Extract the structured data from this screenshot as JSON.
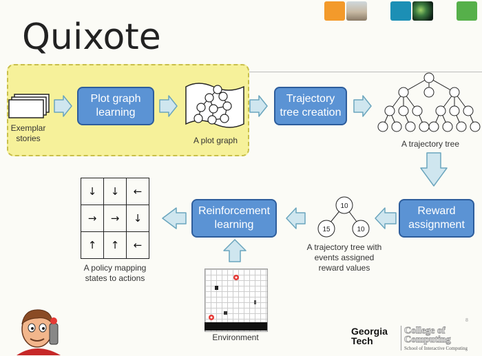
{
  "slide": {
    "title": "Quixote",
    "colors": {
      "box_fill": "#5b93d4",
      "box_border": "#2d5d9c",
      "arrow_fill": "#cfe6ef",
      "arrow_stroke": "#6aa5bd",
      "highlight": "#f6f19a"
    }
  },
  "thumbnails": [
    {
      "name": "orange-thumbnail",
      "color": "#f39a2b"
    },
    {
      "name": "building-photo-thumbnail",
      "color": "#c8c1b0"
    },
    {
      "name": "blue-thumbnail",
      "color": "#1c8fb5"
    },
    {
      "name": "network-photo-thumbnail",
      "color": "#2c5a3a"
    },
    {
      "name": "green-thumbnail",
      "color": "#56b04a"
    }
  ],
  "pipeline": {
    "exemplar_caption": "Exemplar\nstories",
    "plot_graph_learning": "Plot graph\nlearning",
    "plot_graph_caption": "A plot graph",
    "trajectory_tree_creation": "Trajectory\ntree creation",
    "trajectory_tree_caption": "A trajectory tree",
    "reward_assignment": "Reward\nassignment",
    "reward_tree_caption": "A trajectory tree with\nevents assigned\nreward values",
    "reward_values": {
      "root": "10",
      "left": "15",
      "right": "10"
    },
    "reinforcement_learning": "Reinforcement\nlearning",
    "environment_caption": "Environment",
    "policy_caption": "A policy mapping\nstates to actions",
    "policy_arrows": [
      "↓",
      "↓",
      "←",
      "→",
      "→",
      "↓",
      "↑",
      "↑",
      "←"
    ]
  },
  "logos": {
    "georgia_tech": "Georgia\nTech",
    "college": "College of\nComputing",
    "school": "School of Interactive Computing"
  },
  "page_number": "8"
}
